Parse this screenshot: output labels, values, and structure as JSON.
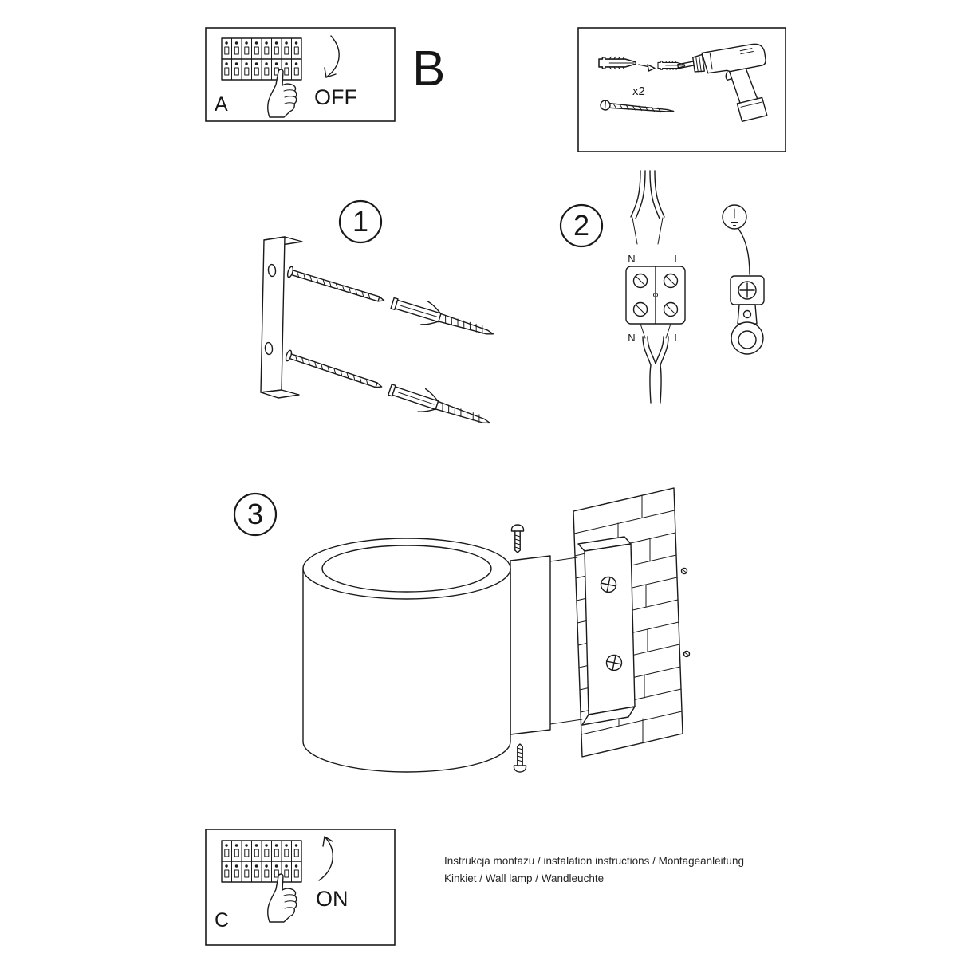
{
  "colors": {
    "background": "#ffffff",
    "line": "#1a1a1a"
  },
  "power_off_box": {
    "letter": "A",
    "state_label": "OFF"
  },
  "section_label": "B",
  "parts_box": {
    "plug_quantity": "x2"
  },
  "steps": {
    "one": "1",
    "two": "2",
    "three": "3"
  },
  "wiring": {
    "top_n": "N",
    "top_l": "L",
    "bottom_n": "N",
    "bottom_l": "L"
  },
  "power_on_box": {
    "letter": "C",
    "state_label": "ON"
  },
  "footer": {
    "line1": "Instrukcja montażu / instalation instructions / Montageanleitung",
    "line2": "Kinkiet / Wall lamp / Wandleuchte"
  }
}
